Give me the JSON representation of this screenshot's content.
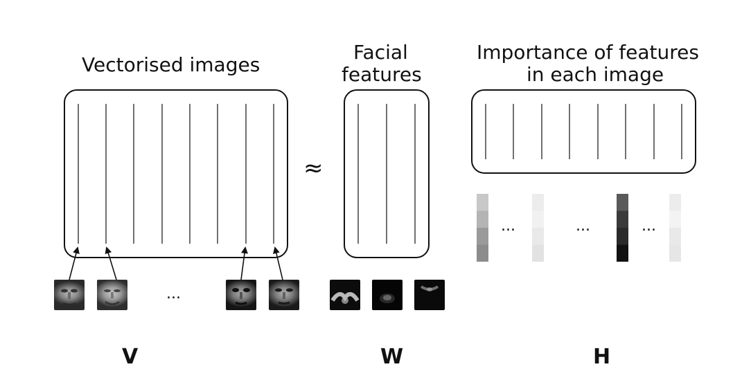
{
  "labels": {
    "v_title": "Vectorised images",
    "w_title_line1": "Facial",
    "w_title_line2": "features",
    "h_title_line1": "Importance of features",
    "h_title_line2": "in each image",
    "approx": "≈",
    "ellipsis": "...",
    "v_letter": "V",
    "w_letter": "W",
    "h_letter": "H"
  },
  "icons": {
    "face_thumbnail": "face-image-icon",
    "feature_thumbnail": "facial-feature-image-icon",
    "arrow": "arrow-up-icon"
  },
  "colors": {
    "stroke": "#111111",
    "h_column_1": [
      "#c8c8c8",
      "#b4b4b4",
      "#9a9a9a",
      "#8c8c8c"
    ],
    "h_column_2": [
      "#ececec",
      "#f1f1f1",
      "#e9e9e9",
      "#e2e2e2"
    ],
    "h_column_3": [
      "#5a5a5a",
      "#3a3a3a",
      "#2a2a2a",
      "#111111"
    ],
    "h_column_4": [
      "#ececec",
      "#f3f3f3",
      "#e9e9e9",
      "#e6e6e6"
    ]
  }
}
